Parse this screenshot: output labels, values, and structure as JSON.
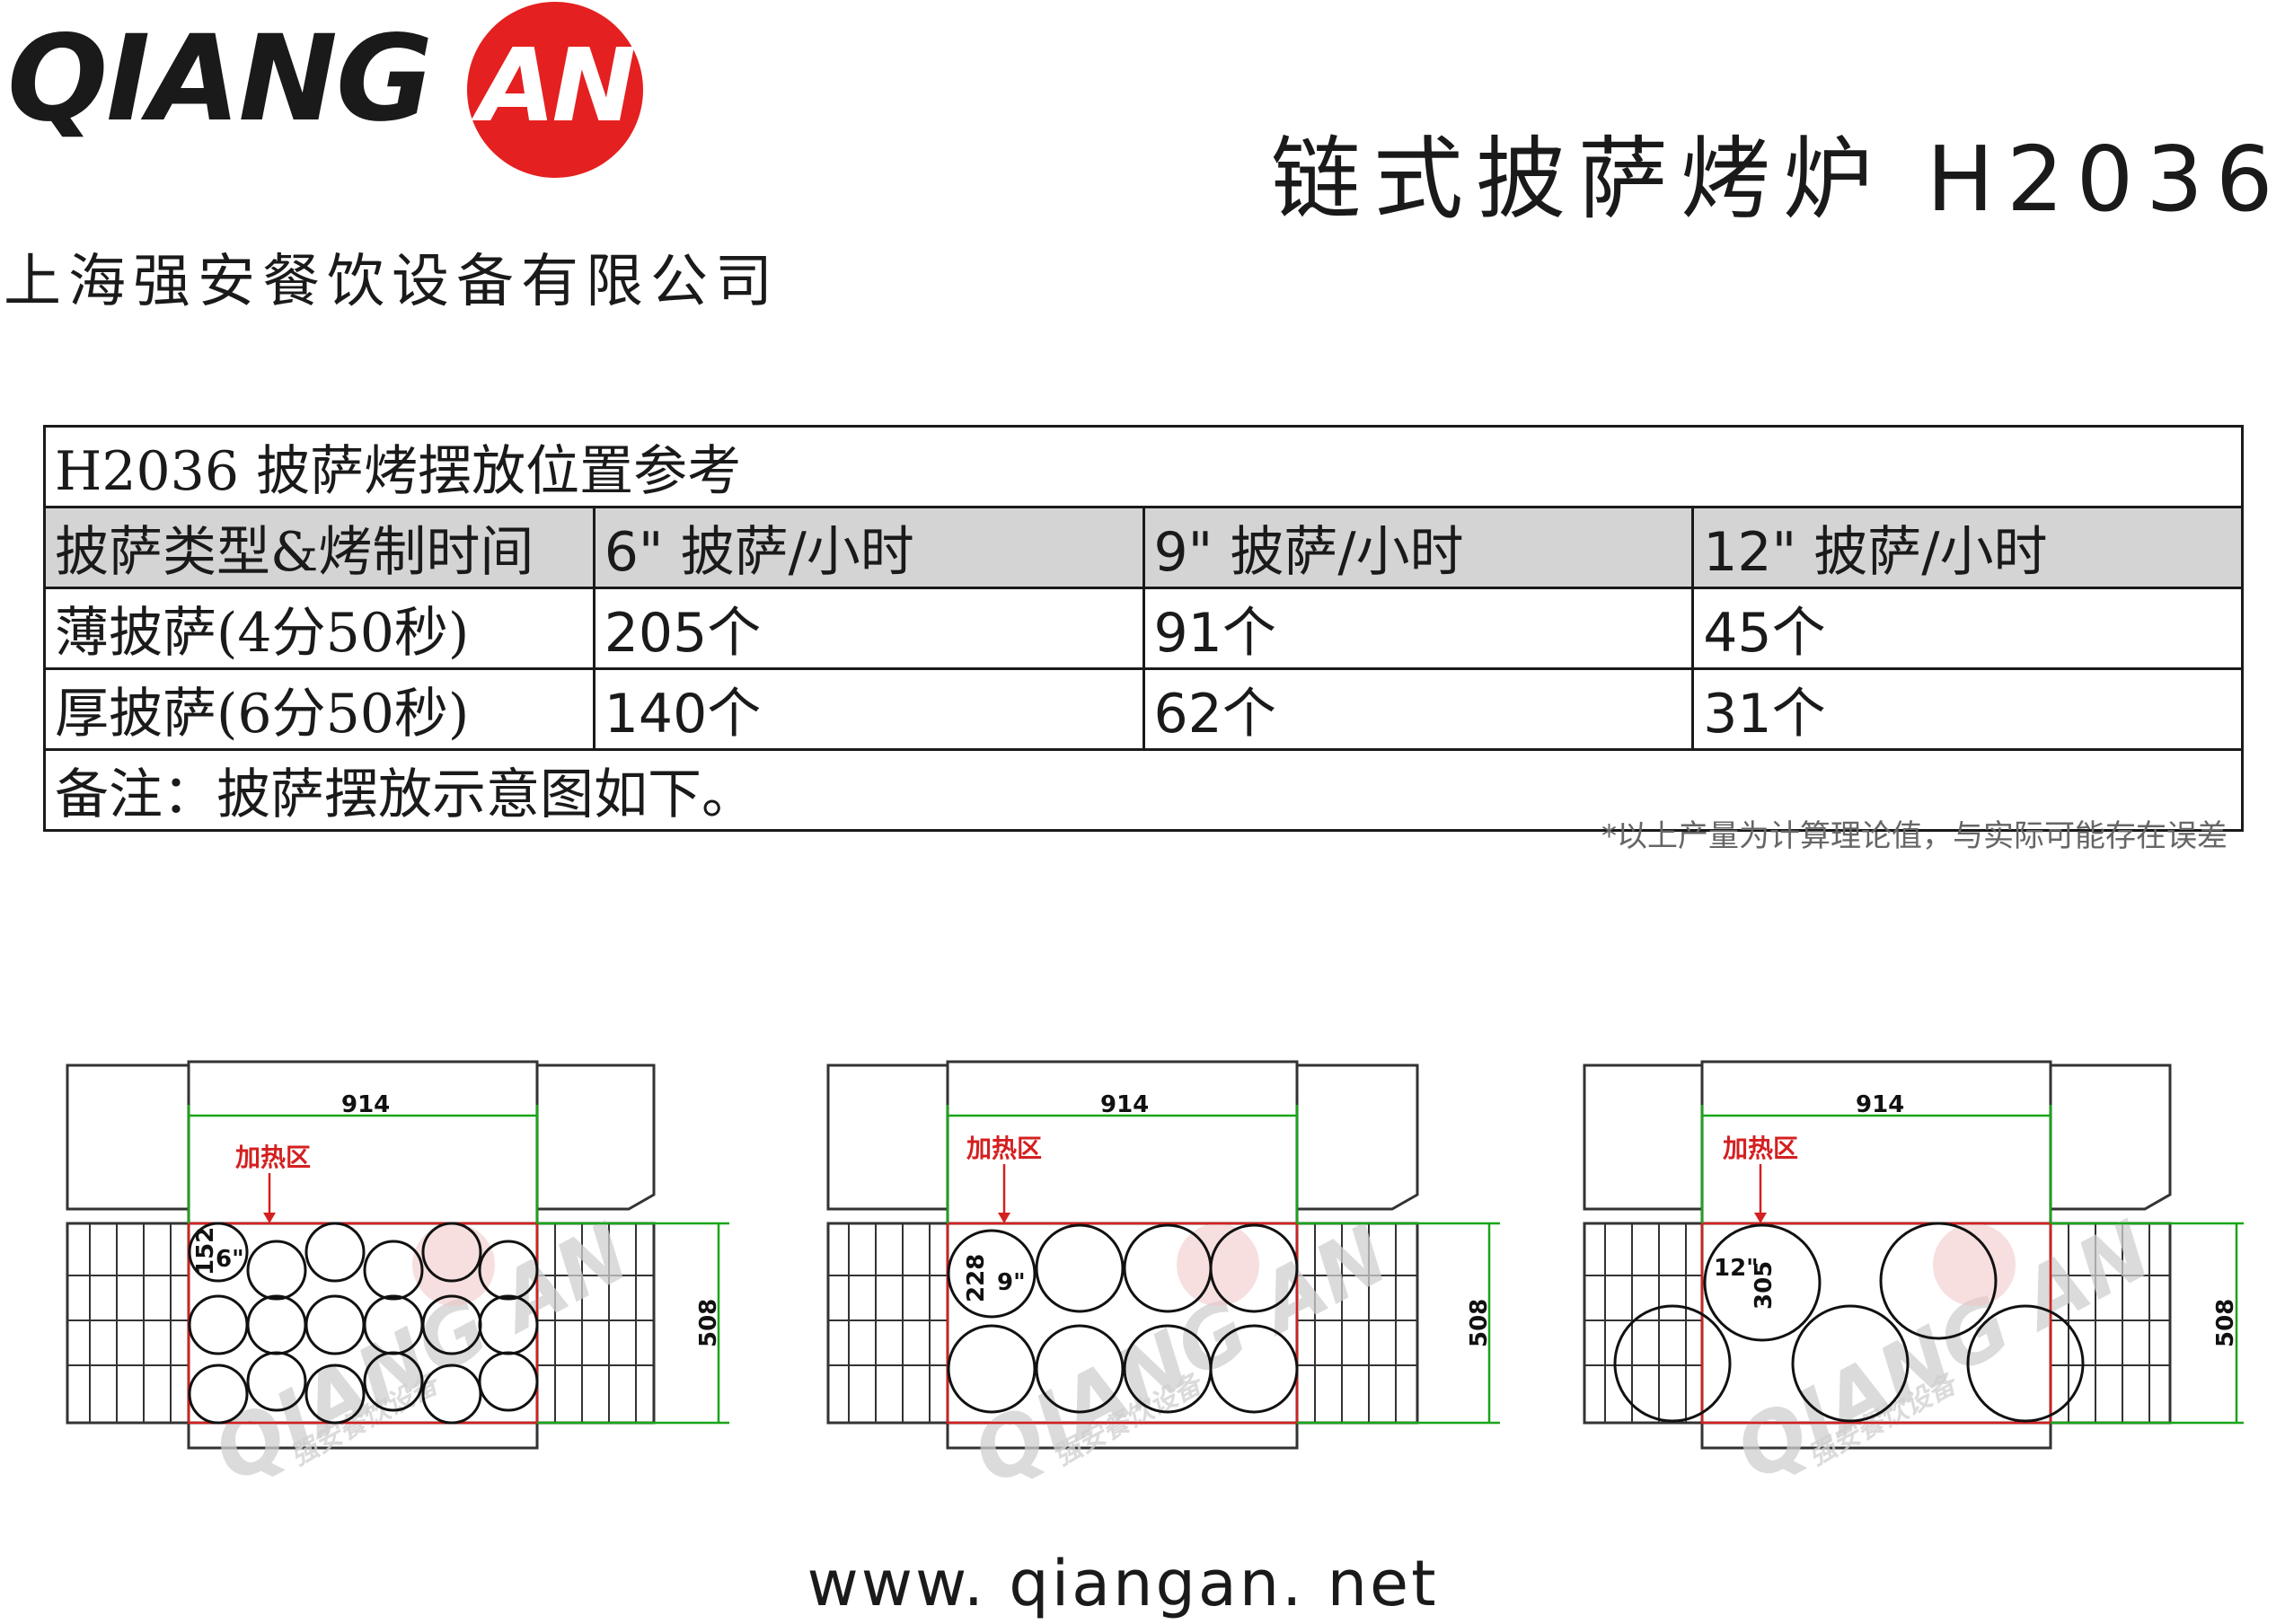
{
  "header": {
    "logo_text": "QIANG",
    "logo_badge": "AN",
    "company_name": "上海强安餐饮设备有限公司",
    "title": "链式披萨烤炉 H2036"
  },
  "capacity_table": {
    "caption": "H2036 披萨烤摆放位置参考",
    "columns": [
      "披萨类型&烤制时间",
      "6\" 披萨/小时",
      "9\" 披萨/小时",
      "12\" 披萨/小时"
    ],
    "rows": [
      {
        "type": "薄披萨(4分50秒)",
        "values": [
          "205个",
          "91个",
          "45个"
        ]
      },
      {
        "type": "厚披萨(6分50秒)",
        "values": [
          "140个",
          "62个",
          "31个"
        ]
      }
    ],
    "note": "备注：披萨摆放示意图如下。"
  },
  "disclaimer": "*以上产量为计算理论值，与实际可能存在误差",
  "diagrams": [
    {
      "width_mm": "914",
      "depth_mm": "508",
      "heat_label": "加热区",
      "pizza_size": "6\"",
      "pizza_diameter": "152",
      "watermark_logo": "QIANG AN",
      "watermark_sub": "强安餐饮设备"
    },
    {
      "width_mm": "914",
      "depth_mm": "508",
      "heat_label": "加热区",
      "pizza_size": "9\"",
      "pizza_diameter": "228",
      "watermark_logo": "QIANG AN",
      "watermark_sub": "强安餐饮设备"
    },
    {
      "width_mm": "914",
      "depth_mm": "508",
      "heat_label": "加热区",
      "pizza_size": "12\"",
      "pizza_diameter": "305",
      "watermark_logo": "QIANG AN",
      "watermark_sub": "强安餐饮设备"
    }
  ],
  "footer": {
    "website": "www. qiangan. net"
  },
  "colors": {
    "brand_red": "#e52020",
    "heat_zone": "#d42020",
    "dimension": "#19a519",
    "table_header": "#d4d4d4"
  }
}
